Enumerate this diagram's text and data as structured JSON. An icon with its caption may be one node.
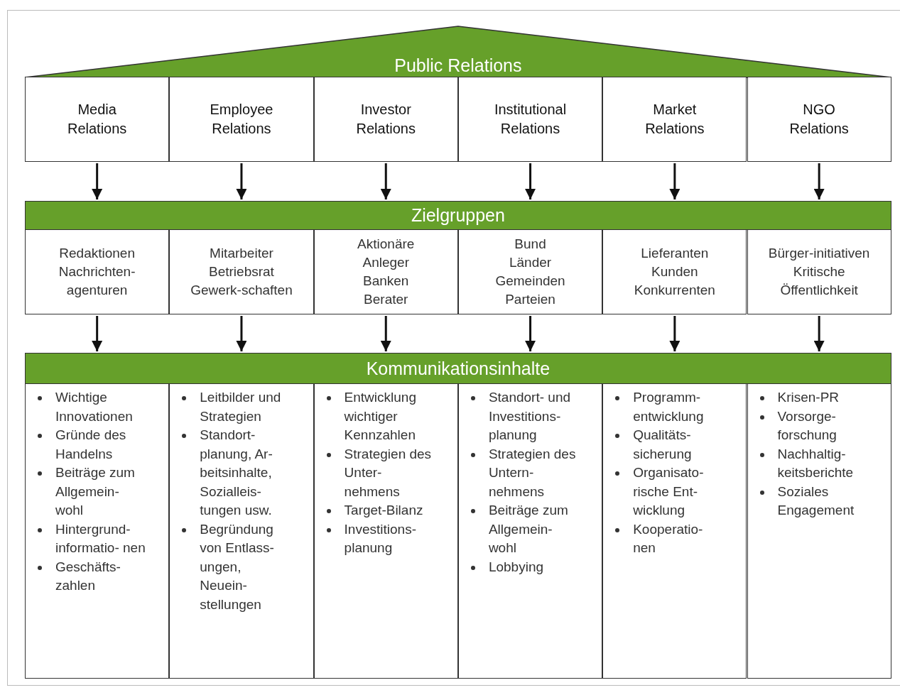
{
  "diagram": {
    "nodes": [
      {
        "text": [
          "Public Relations"
        ]
      },
      {
        "text": [
          "Media Relations"
        ]
      },
      {
        "text": [
          "Employee Relations"
        ]
      },
      {
        "text": [
          "Investor Relations"
        ]
      },
      {
        "text": [
          "Institutional Relations"
        ]
      },
      {
        "text": [
          "Market Relations"
        ]
      },
      {
        "text": [
          "NGO Relations"
        ]
      },
      {
        "text": [
          "Zielgruppen"
        ]
      },
      {
        "text": [
          "Redaktionen",
          "Nachrichten- agenturen"
        ]
      },
      {
        "text": [
          "Mitarbeiter",
          "Betriebsrat",
          "Gewerk-schaften"
        ]
      },
      {
        "text": [
          "Aktionäre",
          "Anleger",
          "Banken",
          "Berater"
        ]
      },
      {
        "text": [
          "Bund",
          "Länder",
          "Gemeinden",
          "Parteien"
        ]
      },
      {
        "text": [
          "Lieferanten",
          "Kunden",
          "Konkurrenten"
        ]
      },
      {
        "text": [
          "Bürger-initiativen",
          "Kritische",
          "Öffentlichkeit"
        ]
      },
      {
        "text": [
          "Kommunikationsinhalte"
        ]
      },
      {
        "text": [
          "Wichtige Innovationen",
          "Gründe des Handelns",
          "Beiträge zum Allgemein- wohl",
          "Hintergrund- informatio- nen",
          "Geschäfts- zahlen"
        ]
      },
      {
        "text": [
          "Leitbilder und Strategien",
          "Standort- planung, Ar- beitsinhalte, Sozialleis- tungen usw.",
          "Begründung von Entlass- ungen, Neuein- stellungen"
        ]
      },
      {
        "text": [
          "Entwicklung wichtiger Kennzahlen",
          "Strategien des Unter- nehmens",
          "Target-Bilanz",
          "Investitions- planung"
        ]
      },
      {
        "text": [
          "Standort- und Investitions- planung",
          "Strategien des Untern- nehmens",
          "Beiträge zum Allgemein- wohl",
          "Lobbying"
        ]
      },
      {
        "text": [
          "Programm- entwicklung",
          "Qualitäts- sicherung",
          "Organisato- rische Ent- wicklung",
          "Kooperatio- nen"
        ]
      },
      {
        "text": [
          "Krisen-PR",
          "Vorsorge- forschung",
          "Nachhaltig- keitsberichte",
          "Soziales Engagement"
        ]
      }
    ],
    "edges": [
      {
        "from": 1,
        "to": 7,
        "arrow": "to"
      },
      {
        "from": 2,
        "to": 7,
        "arrow": "to"
      },
      {
        "from": 3,
        "to": 7,
        "arrow": "to"
      },
      {
        "from": 4,
        "to": 7,
        "arrow": "to"
      },
      {
        "from": 5,
        "to": 7,
        "arrow": "to"
      },
      {
        "from": 6,
        "to": 7,
        "arrow": "to"
      },
      {
        "from": 8,
        "to": 14,
        "arrow": "to"
      },
      {
        "from": 9,
        "to": 14,
        "arrow": "to"
      },
      {
        "from": 10,
        "to": 14,
        "arrow": "to"
      },
      {
        "from": 11,
        "to": 14,
        "arrow": "to"
      },
      {
        "from": 12,
        "to": 14,
        "arrow": "to"
      },
      {
        "from": 13,
        "to": 14,
        "arrow": "to"
      }
    ]
  }
}
